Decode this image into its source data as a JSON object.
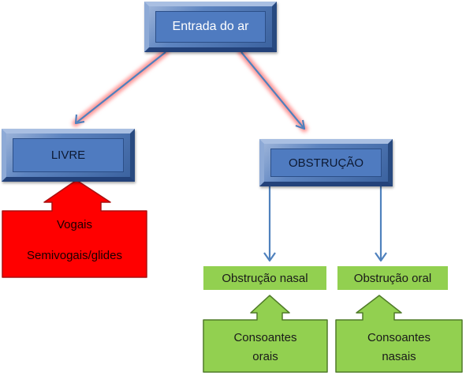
{
  "nodes": {
    "root": "Entrada do ar",
    "livre": "LIVRE",
    "obstrucao": "OBSTRUÇÃO",
    "obstrucao_nasal": "Obstrução nasal",
    "obstrucao_oral": "Obstrução oral"
  },
  "callouts": {
    "livre": {
      "line1": "Vogais",
      "line2": "Semivogais/glides"
    },
    "nasal": {
      "line1": "Consoantes",
      "line2": "orais"
    },
    "oral": {
      "line1": "Consoantes",
      "line2": "nasais"
    }
  },
  "colors": {
    "box_blue": "#4f7bc0",
    "arrow_blue": "#4f81bd",
    "callout_red": "#ff0000",
    "node_green": "#92d050"
  }
}
